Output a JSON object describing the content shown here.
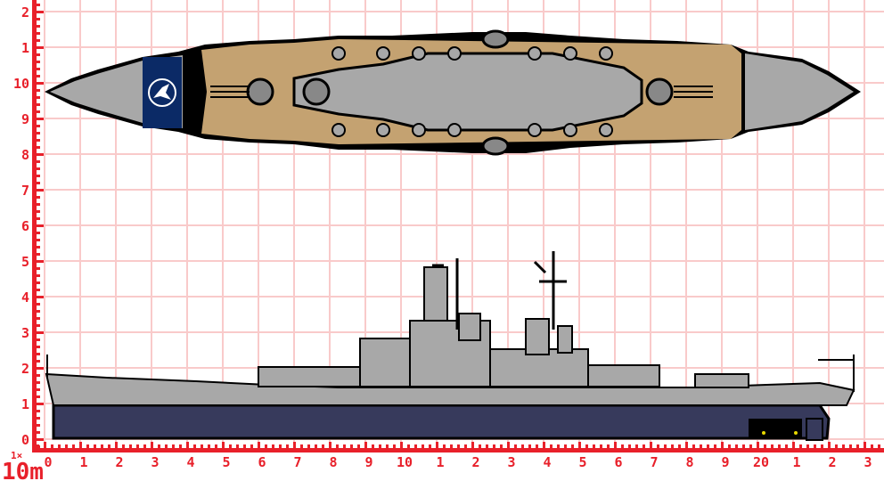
{
  "diagram": {
    "scale_multiplier": "1×",
    "scale_unit": "10m",
    "x_axis_labels": [
      "0",
      "1",
      "2",
      "3",
      "4",
      "5",
      "6",
      "7",
      "8",
      "9",
      "10",
      "1",
      "2",
      "3",
      "4",
      "5",
      "6",
      "7",
      "8",
      "9",
      "20",
      "1",
      "2",
      "3"
    ],
    "y_axis_labels": [
      "2",
      "1",
      "10",
      "9",
      "8",
      "7",
      "6",
      "5",
      "4",
      "3",
      "2",
      "1",
      "0"
    ],
    "views": [
      "top-view",
      "side-view"
    ],
    "colors": {
      "axis": "#e8202a",
      "grid": "#f9caca",
      "deck": "#c4a271",
      "superstructure": "#a8a8a8",
      "hull": "#373a5c",
      "emblem": "#0b2a66",
      "outline": "#000000"
    }
  }
}
